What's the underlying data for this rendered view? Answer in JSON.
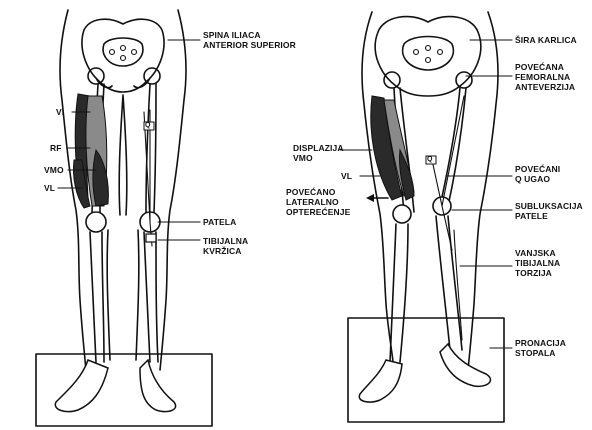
{
  "left_figure": {
    "labels": {
      "spina": "SPINA ILIACA\nANTERIOR SUPERIOR",
      "vi": "VI",
      "rf": "RF",
      "vmo": "VMO",
      "vl": "VL",
      "q": "Q",
      "patela": "PATELA",
      "tibijalna": "TIBIJALNA\nKVRŽICA"
    }
  },
  "right_figure": {
    "labels": {
      "sira": "ŠIRA KARLICA",
      "anteverzija": "POVEĆANA\nFEMORALNA\nANTEVERZIJA",
      "displazija": "DISPLAZIJA\nVMO",
      "vl": "VL",
      "opterecenje": "POVEĆANO\nLATERALNO\nOPTEREĆENJE",
      "q": "Q",
      "q_ugao": "POVEĆANI\nQ UGAO",
      "subluksacija": "SUBLUKSACIJA\nPATELE",
      "torzija": "VANJSKA\nTIBIJALNA\nTORZIJA",
      "pronacija": "PRONACIJA\nSTOPALA"
    }
  }
}
